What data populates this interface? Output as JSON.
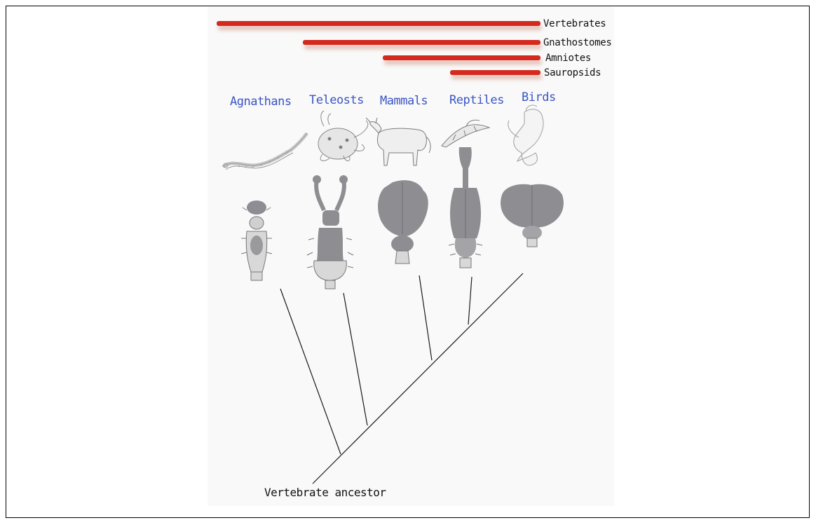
{
  "colors": {
    "clade_bar": "#d42a1e",
    "taxon_label": "#3a55c4",
    "brain_fill": "#8e8e92",
    "brain_light": "#d8d8d8",
    "tree_line": "#1a1a1a"
  },
  "clades": [
    {
      "name": "Vertebrates"
    },
    {
      "name": "Gnathostomes"
    },
    {
      "name": "Amniotes"
    },
    {
      "name": "Sauropsids"
    }
  ],
  "taxa": [
    {
      "name": "Agnathans",
      "animal_icon": "lamprey-icon",
      "brain_icon": "agnathan-brain-icon"
    },
    {
      "name": "Teleosts",
      "animal_icon": "fish-icon",
      "brain_icon": "teleost-brain-icon"
    },
    {
      "name": "Mammals",
      "animal_icon": "cow-icon",
      "brain_icon": "mammal-brain-icon"
    },
    {
      "name": "Reptiles",
      "animal_icon": "lizard-icon",
      "brain_icon": "reptile-brain-icon"
    },
    {
      "name": "Birds",
      "animal_icon": "bird-icon",
      "brain_icon": "bird-brain-icon"
    }
  ],
  "root_label": "Vertebrate ancestor"
}
